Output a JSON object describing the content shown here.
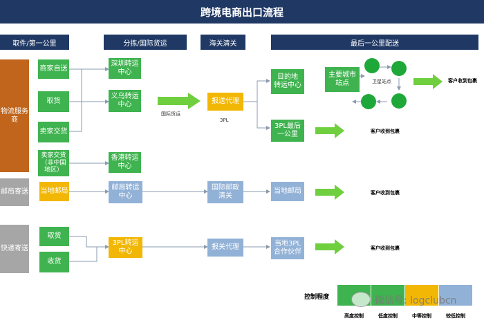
{
  "title": "跨境电商出口流程",
  "headers": {
    "first_mile": "取件/第一公里",
    "sorting": "分拣/国际货运",
    "customs": "海关清关",
    "last_mile": "最后一公里配送"
  },
  "lanes": {
    "logistics": "物流服务\n商",
    "post": "邮局寄送",
    "express": "快递寄送"
  },
  "boxes": {
    "merchant_self": "商家自送",
    "pickup1": "取货",
    "seller_delivery": "卖家交货",
    "seller_delivery_nonchina": "卖家交货\n（非中国\n地区）",
    "shenzhen": "深圳转运\n中心",
    "yiwu": "义乌转运\n中心",
    "hongkong": "香港转运\n中心",
    "forwarder": "报送代理",
    "dest_transfer": "目的地\n转运中心",
    "major_city": "主要城市\n站点",
    "tpl_lastmile": "3PL最后\n一公里",
    "local_post1": "当地邮局",
    "post_transfer": "邮局转运\n中心",
    "intl_post_customs": "国际邮政\n清关",
    "local_post2": "当地邮局",
    "pickup2": "取货",
    "collect": "收货",
    "tpl_transfer": "3PL转运\n中心",
    "customs_agent": "报关代理",
    "local_3pl": "当地3PL\n合作伙伴"
  },
  "labels": {
    "intl_freight": "国际货运",
    "tpl": "3PL",
    "satellite": "卫星站点",
    "customer1": "客户收到包裹",
    "customer2": "客户收到包裹",
    "customer3": "客户收到包裹",
    "customer4": "客户收到包裹"
  },
  "legend": {
    "title": "控制程度",
    "items": [
      "高度控制",
      "低度控制",
      "中等控制",
      "较低控制"
    ],
    "colors": [
      "#3fb34f",
      "#3fb34f",
      "#f2b705",
      "#92b1d6"
    ]
  },
  "watermark": "微信号: logclubcn"
}
